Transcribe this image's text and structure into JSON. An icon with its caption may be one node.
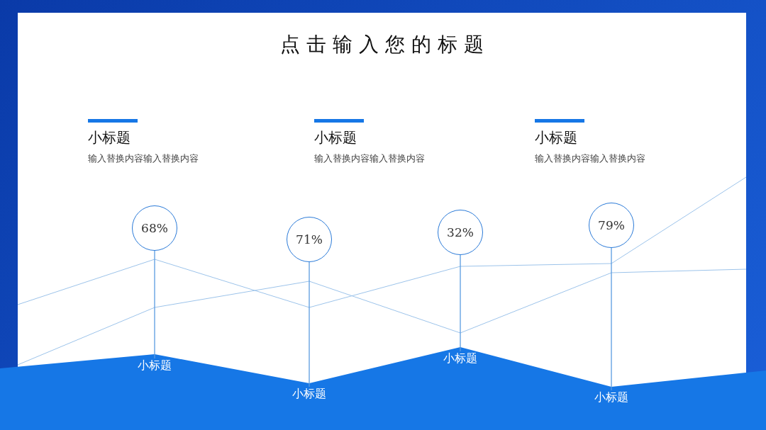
{
  "diagram": {
    "title": "点 击 输 入 您 的 标 题",
    "nodes": [
      {
        "text": [
          "68%"
        ]
      },
      {
        "text": [
          "71%"
        ]
      },
      {
        "text": [
          "32%"
        ]
      },
      {
        "text": [
          "79%"
        ]
      },
      {
        "text": [
          "小标题"
        ]
      },
      {
        "text": [
          "小标题"
        ]
      },
      {
        "text": [
          "小标题"
        ]
      },
      {
        "text": [
          "小标题"
        ]
      }
    ],
    "edges": [
      {
        "from": 0,
        "to": 4,
        "arrow": "none"
      },
      {
        "from": 1,
        "to": 5,
        "arrow": "none"
      },
      {
        "from": 2,
        "to": 6,
        "arrow": "none"
      },
      {
        "from": 3,
        "to": 7,
        "arrow": "none"
      }
    ],
    "labels": [
      "小标题",
      "输入替换内容输入替换内容",
      "小标题",
      "输入替换内容输入替换内容",
      "小标题",
      "输入替换内容输入替换内容"
    ]
  }
}
